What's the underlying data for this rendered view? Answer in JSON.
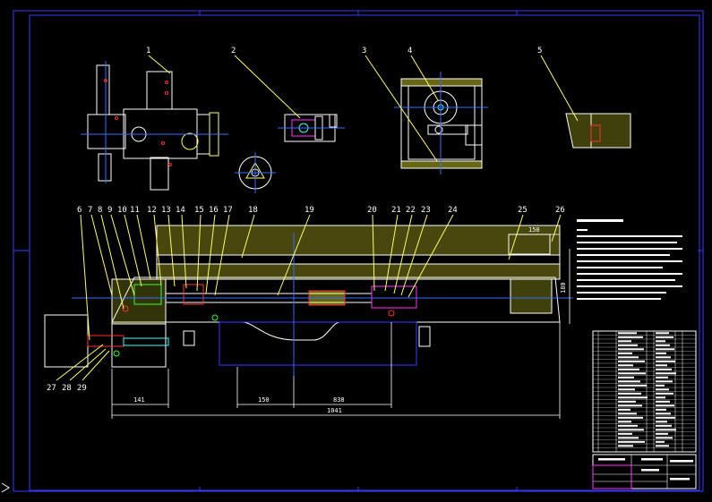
{
  "colors": {
    "background": "#000000",
    "frame": "#3a3aff",
    "outline": "#ffffff",
    "leader": "#ffff66",
    "centerline": "#3a6bff",
    "hatch": "#ffff33",
    "part_red": "#ff3030",
    "part_green": "#33ff33",
    "part_magenta": "#ff33ff",
    "part_cyan": "#33ffff"
  },
  "balloons_top": [
    "1",
    "2",
    "3",
    "4",
    "5"
  ],
  "balloons_main": [
    "6",
    "7",
    "8",
    "9",
    "10",
    "11",
    "12",
    "13",
    "14",
    "15",
    "16",
    "17",
    "18",
    "19",
    "20",
    "21",
    "22",
    "23",
    "24",
    "25",
    "26"
  ],
  "balloons_bottom": [
    "27",
    "28",
    "29"
  ],
  "dimensions": {
    "d141": "141",
    "d150": "150",
    "d838": "838",
    "d1041": "1041",
    "d150_top": "150",
    "d180": "180"
  }
}
